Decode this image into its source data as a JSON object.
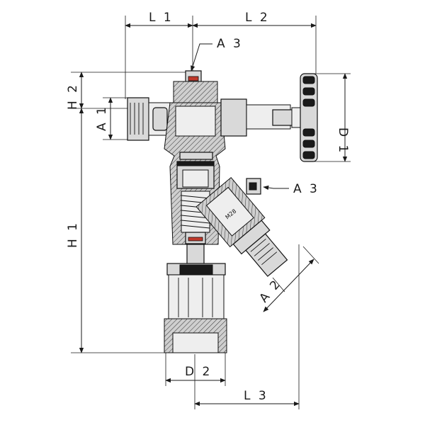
{
  "dimensions": {
    "L1": "L 1",
    "L2": "L 2",
    "L3": "L 3",
    "H1": "H 1",
    "H2": "H 2",
    "A1": "A 1",
    "A2": "A 2",
    "A3_top": "A 3",
    "A3_side": "A 3",
    "D1": "D 1",
    "D2": "D 2"
  },
  "body_marking": "M28",
  "colors": {
    "line": "#1a1a1a",
    "metal": "#d9d9d9",
    "accent": "#c0392b"
  }
}
